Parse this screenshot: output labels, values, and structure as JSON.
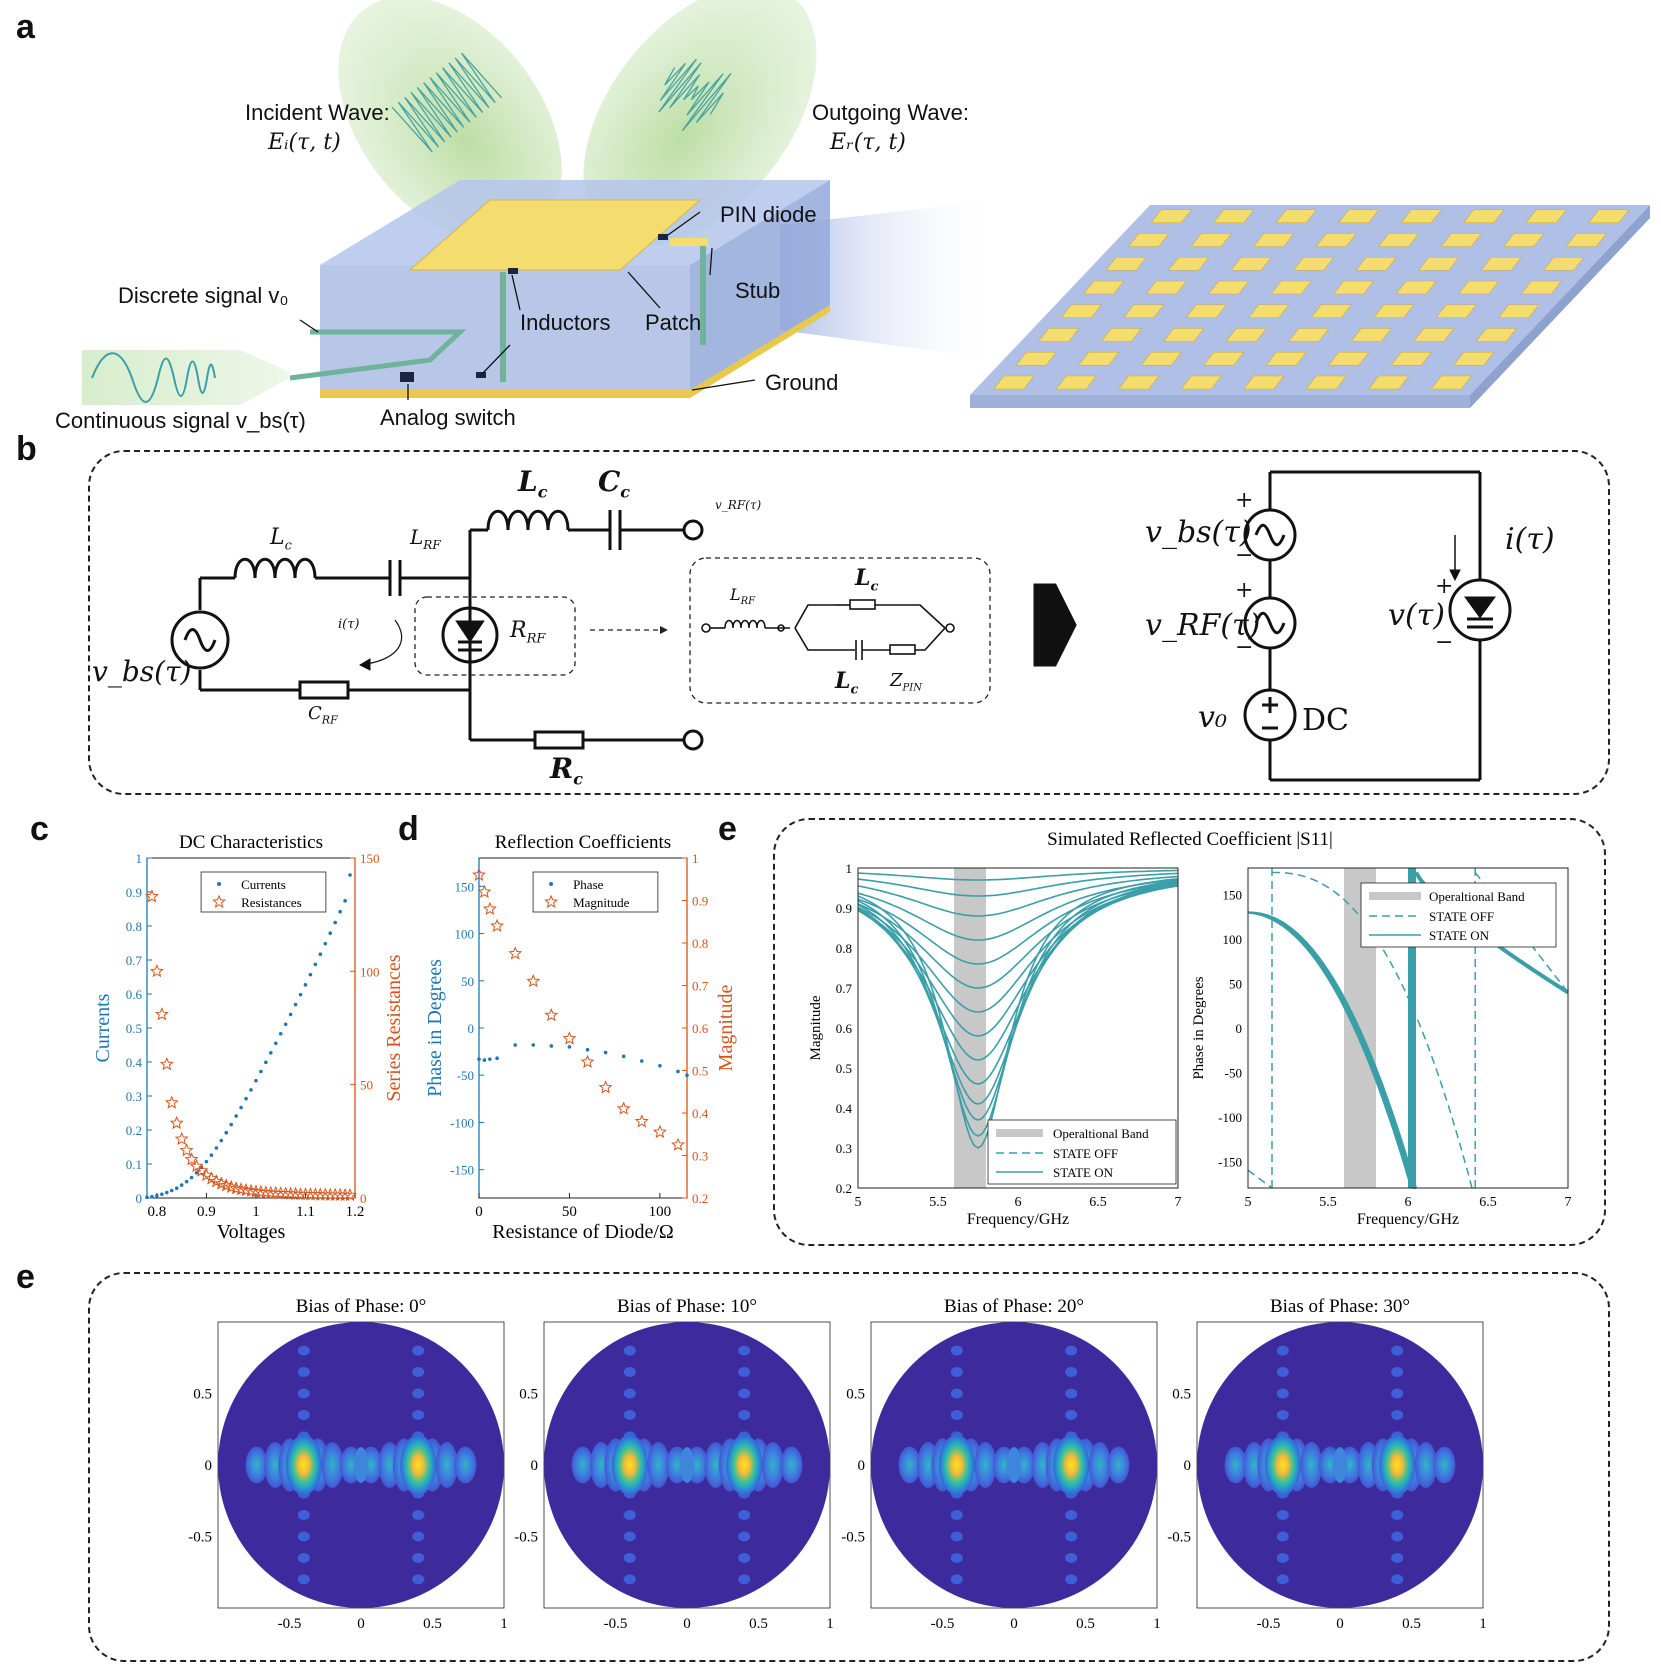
{
  "panels": {
    "a": "a",
    "b": "b",
    "c": "c",
    "d": "d",
    "e1": "e",
    "e2": "e"
  },
  "panel_a": {
    "incident_label": "Incident Wave:",
    "incident_formula": "Eᵢ(τ, t)",
    "outgoing_label": "Outgoing Wave:",
    "outgoing_formula": "Eᵣ(τ, t)",
    "pin_diode": "PIN diode",
    "stub": "Stub",
    "patch": "Patch",
    "inductors": "Inductors",
    "ground": "Ground",
    "discrete_signal": "Discrete signal v₀",
    "continuous_signal": "Continuous signal v_bs(τ)",
    "analog_switch": "Analog switch"
  },
  "panel_b": {
    "Lc": "L",
    "Lc_sub": "c",
    "Cc": "C",
    "Cc_sub": "c",
    "LRF": "L",
    "LRF_sub": "RF",
    "RRF": "R",
    "RRF_sub": "RF",
    "CRF": "C",
    "CRF_sub": "RF",
    "Rc": "R",
    "Rc_sub": "c",
    "vrf_small": "v_RF(τ)",
    "i_tau_small": "i(τ)",
    "vbs": "v_bs(τ)",
    "inset_LRF": "L",
    "inset_LRF_sub": "RF",
    "inset_Lc_top": "L",
    "inset_Lc_top_sub": "c",
    "inset_Lc_bot": "L",
    "inset_Lc_bot_sub": "c",
    "inset_ZPIN": "Z",
    "inset_ZPIN_sub": "PIN",
    "eq_vbs": "v_bs(τ)",
    "eq_vrf": "v_RF(τ)",
    "eq_v0": "v₀",
    "eq_dc": "DC",
    "eq_i": "i(τ)",
    "eq_v": "v(τ)",
    "plus": "+",
    "minus": "−"
  },
  "colors": {
    "blue_axis": "#1f77b4",
    "orange_axis": "#d9541a",
    "teal": "#3a9fa8",
    "band_gray": "#c8c8c8",
    "patch_yellow": "#f5dc6e",
    "substrate_blue": "#8fa8d8",
    "map_blue": "#3d2b9e"
  },
  "chart_data": [
    {
      "id": "c",
      "type": "scatter",
      "title": "DC Characteristics",
      "xlabel": "Voltages",
      "ylabel_left": "Currents",
      "ylabel_right": "Series Resistances",
      "xlim": [
        0.78,
        1.2
      ],
      "ylim_left": [
        0,
        1
      ],
      "ylim_right": [
        0,
        150
      ],
      "xticks": [
        "0.8",
        "0.9",
        "1",
        "1.1",
        "1.2"
      ],
      "yticks_left": [
        "0",
        "0.1",
        "0.2",
        "0.3",
        "0.4",
        "0.5",
        "0.6",
        "0.7",
        "0.8",
        "0.9",
        "1"
      ],
      "yticks_right": [
        "0",
        "50",
        "100",
        "150"
      ],
      "legend": [
        "Currents",
        "Resistances"
      ],
      "legend_position": "top",
      "series": [
        {
          "name": "Currents",
          "marker": "dot",
          "axis": "left",
          "x": [
            0.78,
            0.79,
            0.8,
            0.81,
            0.82,
            0.83,
            0.84,
            0.85,
            0.86,
            0.87,
            0.88,
            0.89,
            0.9,
            0.91,
            0.92,
            0.93,
            0.94,
            0.95,
            0.96,
            0.97,
            0.98,
            0.99,
            1.0,
            1.01,
            1.02,
            1.03,
            1.04,
            1.05,
            1.06,
            1.07,
            1.08,
            1.09,
            1.1,
            1.11,
            1.12,
            1.13,
            1.14,
            1.15,
            1.16,
            1.17,
            1.18,
            1.19
          ],
          "y": [
            0.002,
            0.004,
            0.007,
            0.011,
            0.016,
            0.022,
            0.029,
            0.038,
            0.048,
            0.06,
            0.074,
            0.09,
            0.107,
            0.126,
            0.147,
            0.169,
            0.192,
            0.216,
            0.241,
            0.266,
            0.292,
            0.318,
            0.345,
            0.372,
            0.399,
            0.427,
            0.455,
            0.483,
            0.511,
            0.54,
            0.569,
            0.598,
            0.627,
            0.657,
            0.687,
            0.717,
            0.748,
            0.779,
            0.81,
            0.842,
            0.874,
            0.95
          ]
        },
        {
          "name": "Resistances",
          "marker": "star",
          "axis": "right",
          "x": [
            0.79,
            0.8,
            0.81,
            0.82,
            0.83,
            0.84,
            0.85,
            0.86,
            0.87,
            0.88,
            0.89,
            0.9,
            0.91,
            0.92,
            0.93,
            0.94,
            0.95,
            0.96,
            0.97,
            0.98,
            0.99,
            1.0,
            1.01,
            1.02,
            1.03,
            1.04,
            1.05,
            1.06,
            1.07,
            1.08,
            1.09,
            1.1,
            1.11,
            1.12,
            1.13,
            1.14,
            1.15,
            1.16,
            1.17,
            1.18,
            1.19
          ],
          "y": [
            133,
            100,
            81,
            59,
            42,
            33,
            26,
            21,
            17,
            14,
            12,
            10,
            8.5,
            7.3,
            6.3,
            5.5,
            4.8,
            4.2,
            3.8,
            3.4,
            3.1,
            2.8,
            2.6,
            2.4,
            2.2,
            2.1,
            2.0,
            1.9,
            1.8,
            1.7,
            1.6,
            1.6,
            1.5,
            1.5,
            1.4,
            1.4,
            1.3,
            1.3,
            1.3,
            1.2,
            1.2
          ]
        }
      ]
    },
    {
      "id": "d",
      "type": "scatter",
      "title": "Reflection Coefficients",
      "xlabel": "Resistance of Diode/Ω",
      "ylabel_left": "Phase in Degrees",
      "ylabel_right": "Magnitude",
      "xlim": [
        0,
        115
      ],
      "ylim_left": [
        -180,
        180
      ],
      "ylim_right": [
        0.2,
        1
      ],
      "xticks": [
        "0",
        "50",
        "100"
      ],
      "yticks_left": [
        "-150",
        "-100",
        "-50",
        "0",
        "50",
        "100",
        "150"
      ],
      "yticks_right": [
        "0.2",
        "0.3",
        "0.4",
        "0.5",
        "0.6",
        "0.7",
        "0.8",
        "0.9",
        "1"
      ],
      "legend": [
        "Phase",
        "Magnitude"
      ],
      "legend_position": "top",
      "series": [
        {
          "name": "Phase",
          "marker": "dot",
          "axis": "left",
          "x": [
            0,
            3,
            6,
            10,
            20,
            30,
            40,
            50,
            60,
            70,
            80,
            90,
            100,
            110,
            115
          ],
          "y": [
            -33,
            -34,
            -33,
            -32,
            -18,
            -18,
            -19,
            -20,
            -23,
            -26,
            -30,
            -35,
            -40,
            -46,
            -50
          ]
        },
        {
          "name": "Magnitude",
          "marker": "star",
          "axis": "right",
          "x": [
            0,
            3,
            6,
            10,
            20,
            30,
            40,
            50,
            60,
            70,
            80,
            90,
            100,
            110
          ],
          "y": [
            0.96,
            0.92,
            0.88,
            0.84,
            0.775,
            0.71,
            0.63,
            0.575,
            0.52,
            0.46,
            0.41,
            0.38,
            0.355,
            0.325
          ]
        }
      ]
    },
    {
      "id": "e-left",
      "type": "line",
      "title": "Simulated Reflected Coefficient |S11|",
      "xlabel": "Frequency/GHz",
      "ylabel": "Magnitude",
      "xlim": [
        5,
        7
      ],
      "ylim": [
        0.2,
        1
      ],
      "xticks": [
        "5",
        "5.5",
        "6",
        "6.5",
        "7"
      ],
      "yticks": [
        "0.2",
        "0.3",
        "0.4",
        "0.5",
        "0.6",
        "0.7",
        "0.8",
        "0.9",
        "1"
      ],
      "band": [
        5.6,
        5.8
      ],
      "legend": [
        "Operaltional Band",
        "STATE OFF",
        "STATE ON"
      ],
      "legend_position": "bottom-right",
      "curve_minima": [
        0.3,
        0.33,
        0.37,
        0.41,
        0.46,
        0.52,
        0.58,
        0.64,
        0.7,
        0.76,
        0.82,
        0.88,
        0.93,
        0.97
      ],
      "curve_center": 5.75
    },
    {
      "id": "e-right",
      "type": "line",
      "title": "",
      "xlabel": "Frequency/GHz",
      "ylabel": "Phase in Degrees",
      "xlim": [
        5,
        7
      ],
      "ylim": [
        -180,
        180
      ],
      "xticks": [
        "5",
        "5.5",
        "6",
        "6.5",
        "7"
      ],
      "yticks": [
        "-150",
        "-100",
        "-50",
        "0",
        "50",
        "100",
        "150"
      ],
      "band": [
        5.6,
        5.8
      ],
      "legend": [
        "Operaltional Band",
        "STATE OFF",
        "STATE ON"
      ],
      "legend_position": "top-right"
    },
    {
      "id": "e-maps",
      "type": "heatmap",
      "titles": [
        "Bias of Phase: 0°",
        "Bias of Phase: 10°",
        "Bias of Phase: 20°",
        "Bias of Phase: 30°"
      ],
      "xticks": [
        "-0.5",
        "0",
        "0.5",
        "1"
      ],
      "yticks": [
        "0.5",
        "0",
        "-0.5"
      ],
      "xlim": [
        -1,
        1
      ],
      "ylim": [
        -1,
        1
      ],
      "lobe_centers": [
        -0.4,
        0.4
      ]
    }
  ]
}
